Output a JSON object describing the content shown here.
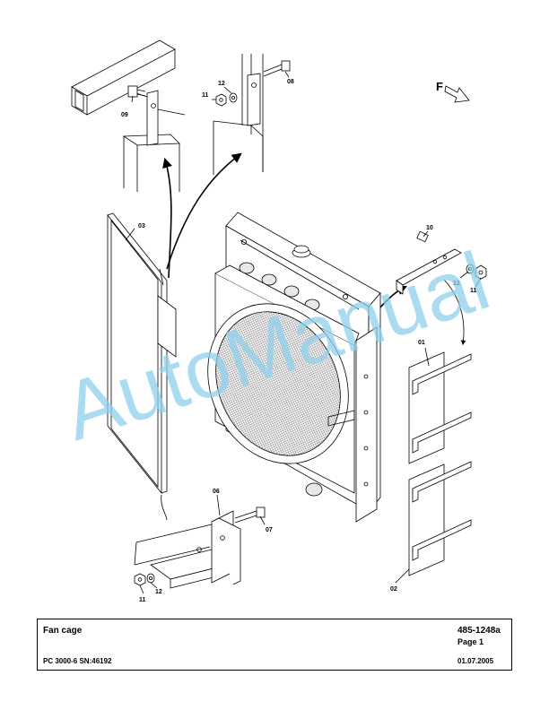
{
  "diagram": {
    "part_labels": {
      "p01": "01",
      "p02": "02",
      "p03": "03",
      "p06": "06",
      "p07": "07",
      "p08": "08",
      "p09": "09",
      "p10": "10",
      "p11a": "11",
      "p12a": "12",
      "p11b": "11",
      "p12b": "12",
      "p11c": "11",
      "p12c": "12"
    },
    "direction_marker": "F",
    "watermark": "AutoManual"
  },
  "title_block": {
    "title": "Fan cage",
    "doc_number": "485-1248a",
    "page": "Page 1",
    "model": "PC 3000-6 SN:46192",
    "date": "01.07.2005"
  }
}
